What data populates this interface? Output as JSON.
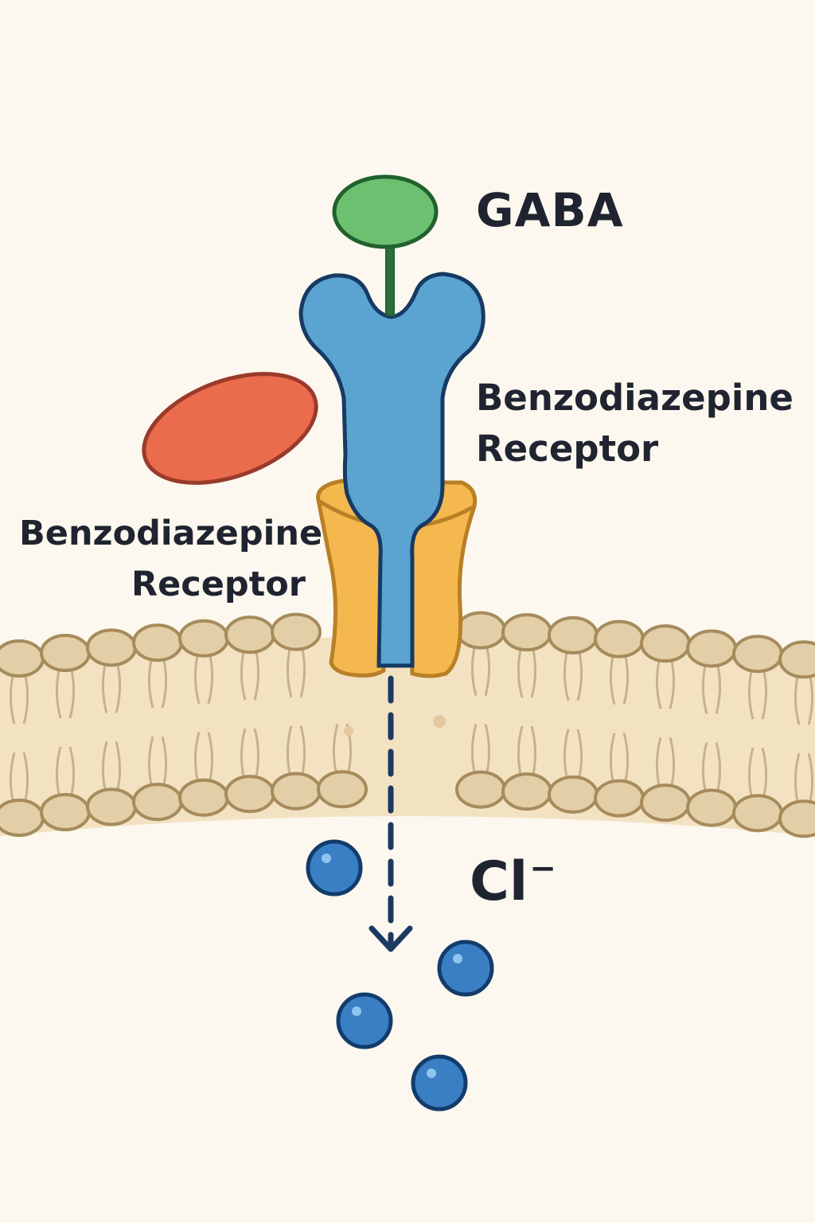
{
  "labels": {
    "gaba": "GABA",
    "receptor_right": [
      "Benzodiazepine",
      "Receptor"
    ],
    "receptor_left": [
      "Benzodiazepine",
      "Receptor"
    ],
    "chloride_symbol": "Cl",
    "chloride_charge": "−"
  },
  "colors": {
    "background": "#fcf8ef",
    "gaba": "#6cc070",
    "gaba_outline": "#21612d",
    "receptor": "#5ba3d0",
    "receptor_outline": "#163a63",
    "channel": "#f5b84f",
    "channel_outline": "#b88026",
    "benzodiazepine": "#ea6c4c",
    "benzodiazepine_outline": "#9a3a2b",
    "membrane_fill": "#f3e2c2",
    "lipid_head": "#e3cfa7",
    "lipid_outline": "#a68b5c",
    "ion": "#3a7fc4",
    "ion_outline": "#123c6b",
    "arrow": "#1b3a61",
    "text": "#1f2430"
  },
  "icons": {
    "gaba": "green-oval-ligand",
    "benzodiazepine": "red-oval-molecule",
    "ion": "blue-sphere"
  }
}
